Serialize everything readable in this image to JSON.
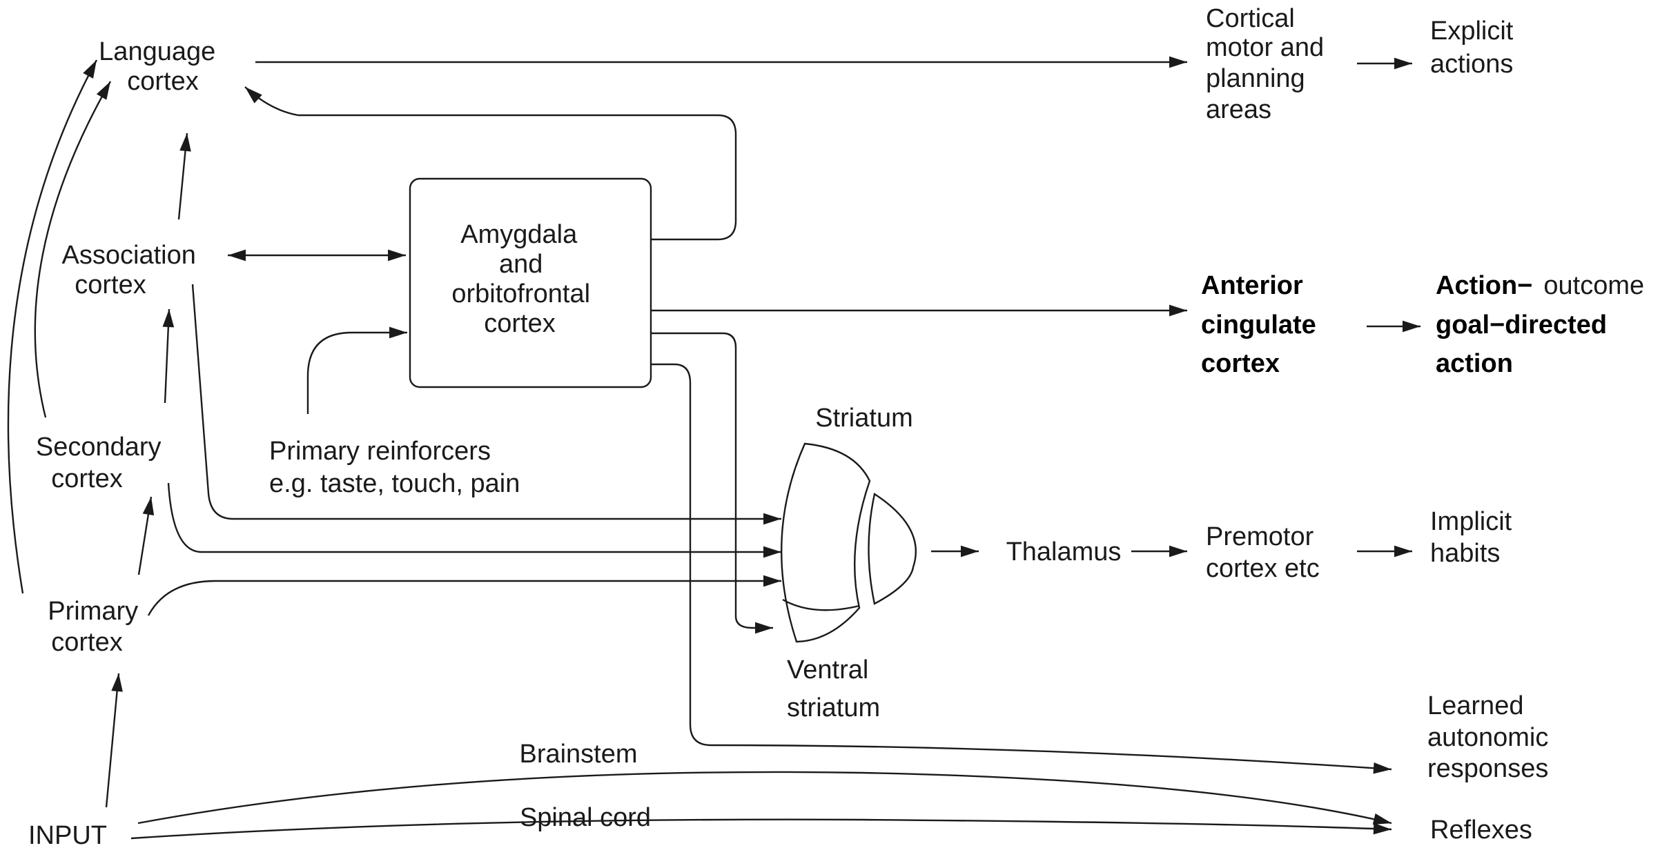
{
  "nodes": {
    "language_cortex": [
      "Language",
      "cortex"
    ],
    "association_cortex": [
      "Association",
      "cortex"
    ],
    "secondary_cortex": [
      "Secondary",
      "cortex"
    ],
    "primary_cortex": [
      "Primary",
      "cortex"
    ],
    "input": "INPUT",
    "amygdala_ofc": [
      "Amygdala",
      "and",
      "orbitofrontal",
      "cortex"
    ],
    "primary_reinforcers": [
      "Primary reinforcers",
      "e.g. taste, touch, pain"
    ],
    "cortical_motor": [
      "Cortical",
      "motor and",
      "planning",
      "areas"
    ],
    "explicit_actions": [
      "Explicit",
      "actions"
    ],
    "anterior_cingulate": [
      "Anterior",
      "cingulate",
      "cortex"
    ],
    "action_outcome": [
      "Action−",
      "outcome",
      "goal−directed",
      "action"
    ],
    "striatum": "Striatum",
    "ventral_striatum": [
      "Ventral",
      "striatum"
    ],
    "thalamus": "Thalamus",
    "premotor_cortex": [
      "Premotor",
      "cortex etc"
    ],
    "implicit_habits": [
      "Implicit",
      "habits"
    ],
    "learned_autonomic": [
      "Learned",
      "autonomic",
      "responses"
    ],
    "reflexes": "Reflexes"
  },
  "edge_labels": {
    "brainstem": "Brainstem",
    "spinal_cord": "Spinal cord"
  },
  "colors": {
    "stroke": "#1a1a1a",
    "text": "#1a1a1a",
    "background": "#ffffff"
  }
}
